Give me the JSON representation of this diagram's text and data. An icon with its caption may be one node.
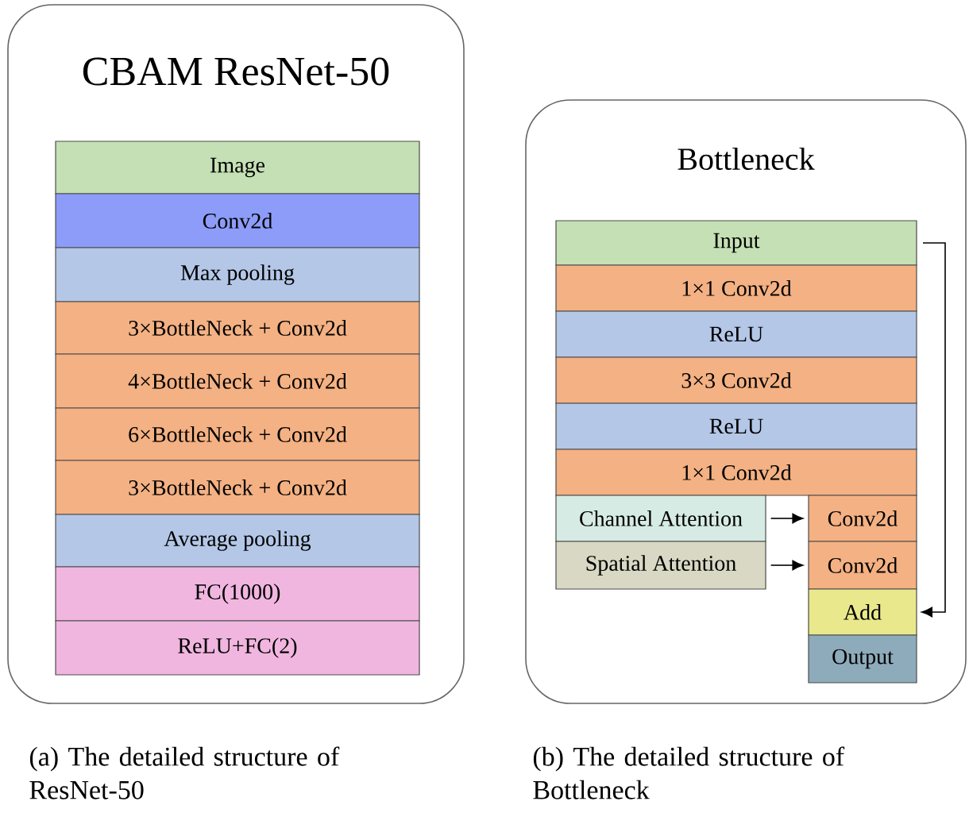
{
  "diagram": {
    "nodes": [
      {
        "text": [
          "CBAM ResNet-50"
        ]
      },
      {
        "text": [
          "Image"
        ],
        "in": 0
      },
      {
        "text": [
          "Conv2d"
        ],
        "in": 0
      },
      {
        "text": [
          "Max pooling"
        ],
        "in": 0
      },
      {
        "text": [
          "3×BottleNeck + Conv2d"
        ],
        "in": 0
      },
      {
        "text": [
          "4×BottleNeck + Conv2d"
        ],
        "in": 0
      },
      {
        "text": [
          "6×BottleNeck + Conv2d"
        ],
        "in": 0
      },
      {
        "text": [
          "3×BottleNeck + Conv2d"
        ],
        "in": 0
      },
      {
        "text": [
          "Average pooling"
        ],
        "in": 0
      },
      {
        "text": [
          "FC(1000)"
        ],
        "in": 0
      },
      {
        "text": [
          "ReLU+FC(2)"
        ],
        "in": 0
      },
      {
        "text": [
          "Bottleneck"
        ]
      },
      {
        "text": [
          "Input"
        ],
        "in": 11
      },
      {
        "text": [
          "1×1 Conv2d"
        ],
        "in": 11
      },
      {
        "text": [
          "ReLU"
        ],
        "in": 11
      },
      {
        "text": [
          "3×3 Conv2d"
        ],
        "in": 11
      },
      {
        "text": [
          "ReLU"
        ],
        "in": 11
      },
      {
        "text": [
          "1×1 Conv2d"
        ],
        "in": 11
      },
      {
        "text": [
          "Channel Attention"
        ],
        "in": 11
      },
      {
        "text": [
          "Conv2d"
        ],
        "in": 11
      },
      {
        "text": [
          "Spatial Attention"
        ],
        "in": 11
      },
      {
        "text": [
          "Conv2d"
        ],
        "in": 11
      },
      {
        "text": [
          "Add"
        ],
        "in": 11
      },
      {
        "text": [
          "Output"
        ],
        "in": 11
      }
    ],
    "edges": [
      {
        "from": 18,
        "to": 19,
        "arrow": "to"
      },
      {
        "from": 20,
        "to": 21,
        "arrow": "to"
      },
      {
        "from": 12,
        "to": 22,
        "arrow": "to"
      }
    ],
    "labels": [
      "(a) The detailed structure of ResNet-50",
      "(b) The detailed structure of Bottleneck"
    ]
  }
}
